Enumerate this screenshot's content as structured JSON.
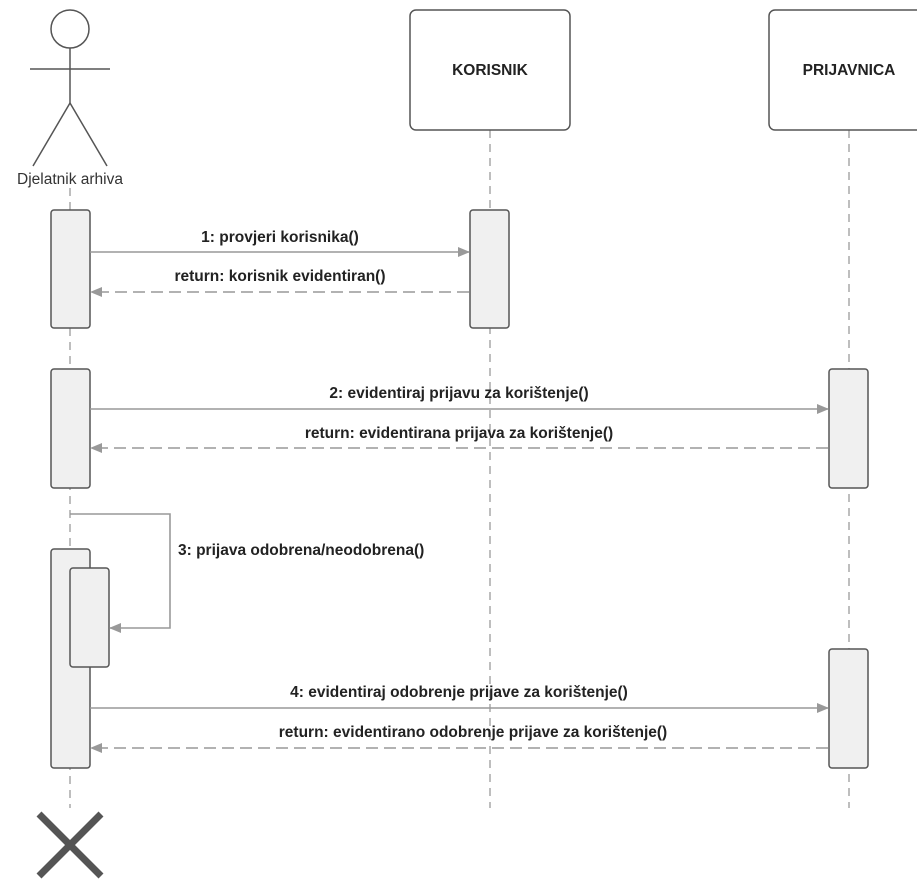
{
  "diagram": {
    "actor": {
      "label": "Djelatnik arhiva"
    },
    "objects": [
      {
        "label": "KORISNIK"
      },
      {
        "label": "PRIJAVNICA"
      }
    ],
    "messages": [
      {
        "label": "1: provjeri korisnika()",
        "kind": "call"
      },
      {
        "label": "return: korisnik evidentiran()",
        "kind": "return"
      },
      {
        "label": "2: evidentiraj prijavu za korištenje()",
        "kind": "call"
      },
      {
        "label": "return: evidentirana prijava za korištenje()",
        "kind": "return"
      },
      {
        "label": "3: prijava odobrena/neodobrena()",
        "kind": "self-call"
      },
      {
        "label": "4: evidentiraj odobrenje prijave za korištenje()",
        "kind": "call"
      },
      {
        "label": "return: evidentirano odobrenje prijave za korištenje()",
        "kind": "return"
      }
    ]
  }
}
